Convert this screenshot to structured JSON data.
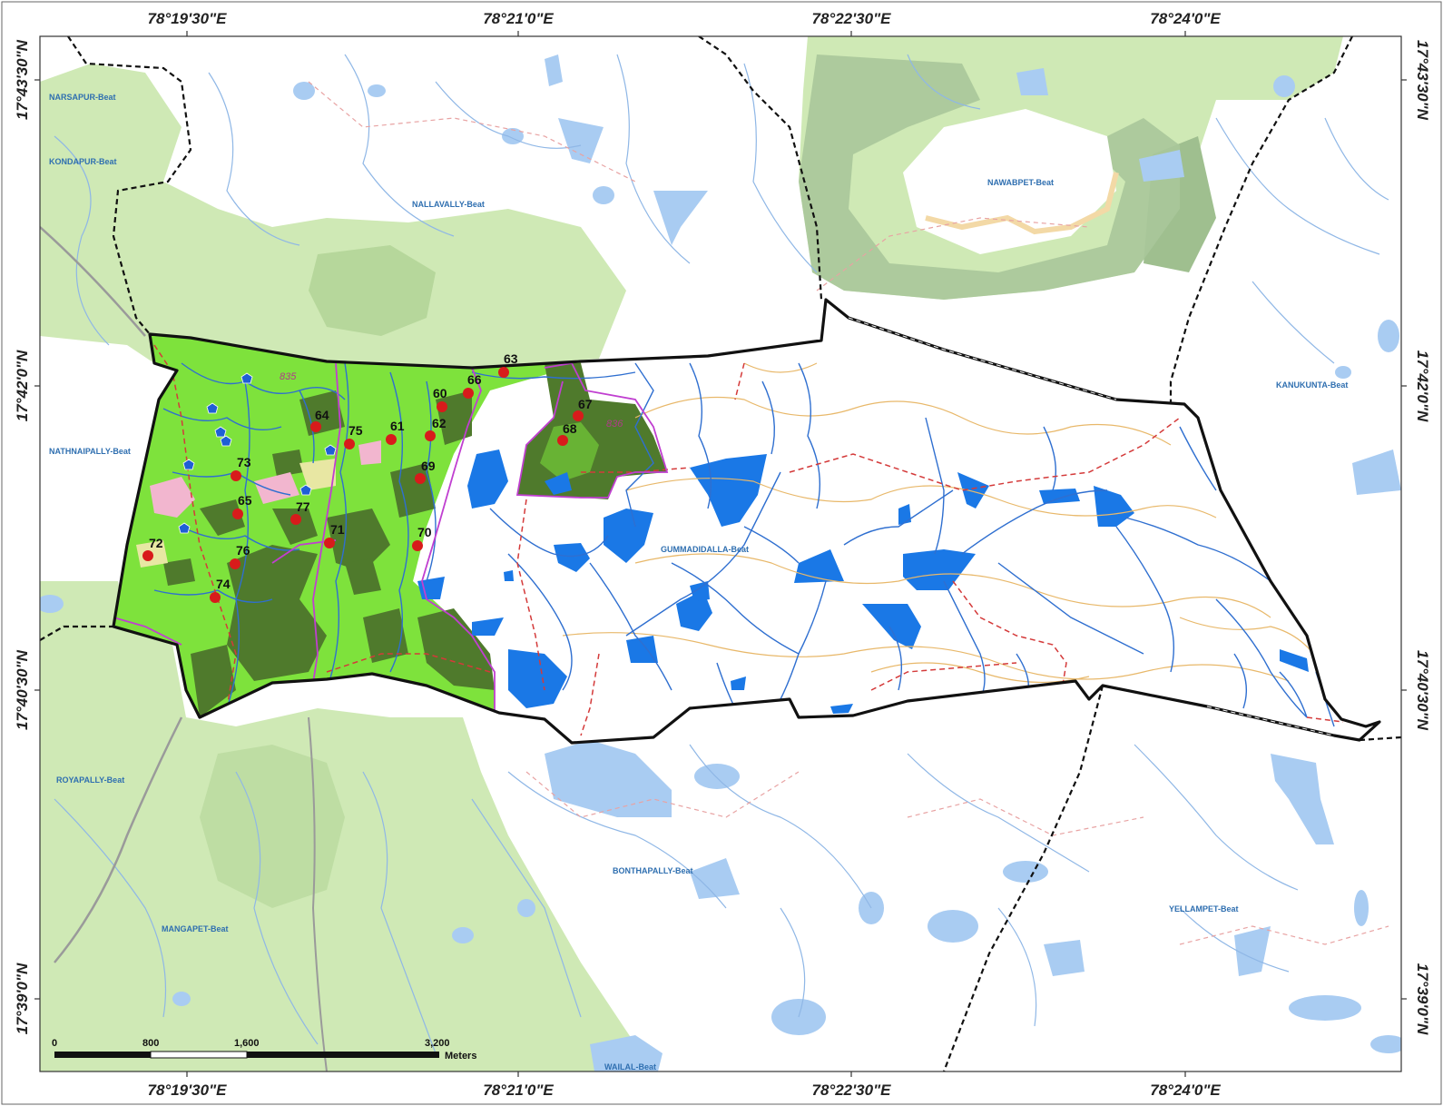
{
  "map": {
    "longitude_labels": [
      "78°19'30\"E",
      "78°21'0\"E",
      "78°22'30\"E",
      "78°24'0\"E"
    ],
    "latitude_labels": [
      "17°43'30\"N",
      "17°42'0\"N",
      "17°40'30\"N",
      "17°39'0\"N"
    ],
    "beats": [
      "NARSAPUR-Beat",
      "KONDAPUR-Beat",
      "NALLAVALLY-Beat",
      "NAWABPET-Beat",
      "NATHNAIPALLY-Beat",
      "KANUKUNTA-Beat",
      "GUMMADIDALLA-Beat",
      "ROYAPALLY-Beat",
      "BONTHAPALLY-Beat",
      "MANGAPET-Beat",
      "YELLAMPET-Beat",
      "WAILAL-Beat"
    ],
    "compartments": [
      "835",
      "836"
    ],
    "sample_plots": [
      "60",
      "61",
      "62",
      "63",
      "64",
      "65",
      "66",
      "67",
      "68",
      "69",
      "70",
      "71",
      "72",
      "73",
      "74",
      "75",
      "76",
      "77"
    ],
    "scale_bar": {
      "ticks": [
        "0",
        "800",
        "1,600",
        "3,200"
      ],
      "unit": "Meters"
    },
    "colors": {
      "study_area_green": "#7ee23c",
      "dense_forest": "#4f7a2c",
      "outside_forest": "#cfe9b5",
      "outside_dense": "#9fbf8f",
      "water": "#1a78e6",
      "water_outside": "#a9ccf2",
      "stream": "#2f6fd0",
      "plot_point": "#d81b1b",
      "road": "#d43a3a",
      "contour": "#e8b86a",
      "compartment_line": "#c03fd0"
    }
  }
}
